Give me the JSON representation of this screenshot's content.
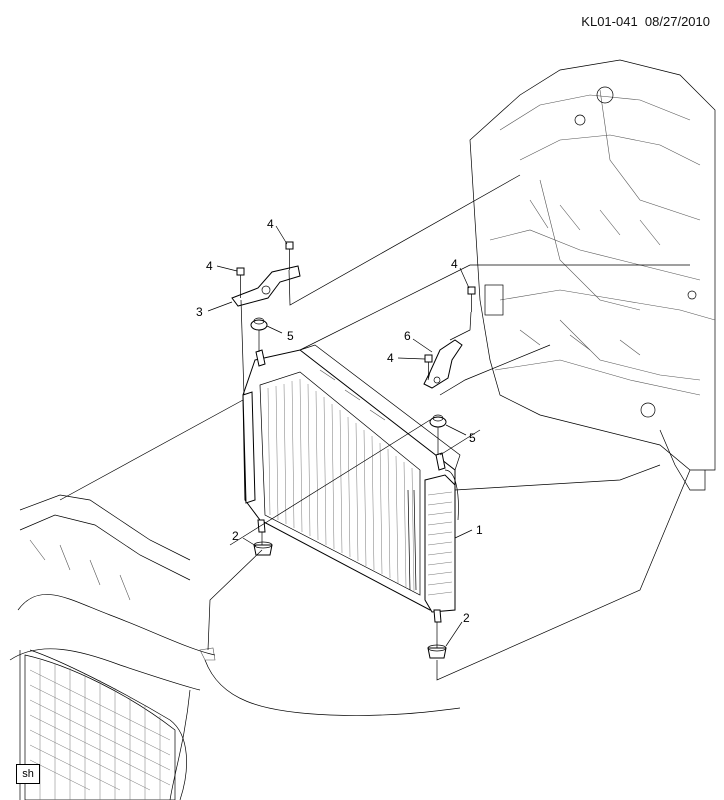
{
  "header": {
    "doc_id": "KL01-041",
    "date": "08/27/2010"
  },
  "corner_tag": "sh",
  "callouts": [
    {
      "id": "c1",
      "label": "1"
    },
    {
      "id": "c2a",
      "label": "2"
    },
    {
      "id": "c2b",
      "label": "2"
    },
    {
      "id": "c3",
      "label": "3"
    },
    {
      "id": "c4a",
      "label": "4"
    },
    {
      "id": "c4b",
      "label": "4"
    },
    {
      "id": "c4c",
      "label": "4"
    },
    {
      "id": "c4d",
      "label": "4"
    },
    {
      "id": "c5a",
      "label": "5"
    },
    {
      "id": "c5b",
      "label": "5"
    },
    {
      "id": "c6",
      "label": "6"
    }
  ]
}
